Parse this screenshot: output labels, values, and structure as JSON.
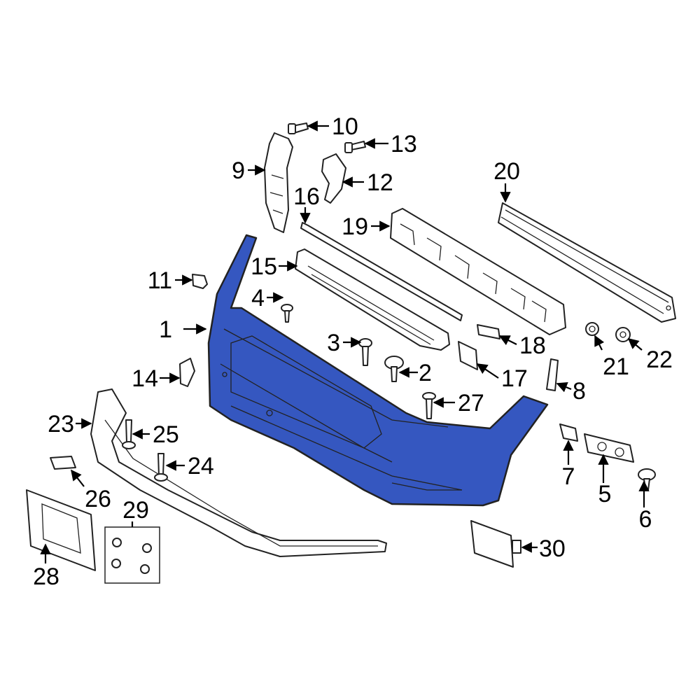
{
  "highlight_color": "#3557c0",
  "callouts": [
    {
      "id": "1",
      "label": "1"
    },
    {
      "id": "2",
      "label": "2"
    },
    {
      "id": "3",
      "label": "3"
    },
    {
      "id": "4",
      "label": "4"
    },
    {
      "id": "5",
      "label": "5"
    },
    {
      "id": "6",
      "label": "6"
    },
    {
      "id": "7",
      "label": "7"
    },
    {
      "id": "8",
      "label": "8"
    },
    {
      "id": "9",
      "label": "9"
    },
    {
      "id": "10",
      "label": "10"
    },
    {
      "id": "11",
      "label": "11"
    },
    {
      "id": "12",
      "label": "12"
    },
    {
      "id": "13",
      "label": "13"
    },
    {
      "id": "14",
      "label": "14"
    },
    {
      "id": "15",
      "label": "15"
    },
    {
      "id": "16",
      "label": "16"
    },
    {
      "id": "17",
      "label": "17"
    },
    {
      "id": "18",
      "label": "18"
    },
    {
      "id": "19",
      "label": "19"
    },
    {
      "id": "20",
      "label": "20"
    },
    {
      "id": "21",
      "label": "21"
    },
    {
      "id": "22",
      "label": "22"
    },
    {
      "id": "23",
      "label": "23"
    },
    {
      "id": "24",
      "label": "24"
    },
    {
      "id": "25",
      "label": "25"
    },
    {
      "id": "26",
      "label": "26"
    },
    {
      "id": "27",
      "label": "27"
    },
    {
      "id": "28",
      "label": "28"
    },
    {
      "id": "29",
      "label": "29"
    },
    {
      "id": "30",
      "label": "30"
    }
  ]
}
